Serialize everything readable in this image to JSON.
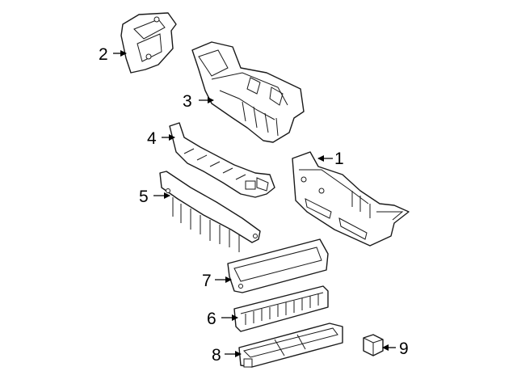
{
  "diagram": {
    "callouts": [
      {
        "id": "1",
        "text": "1"
      },
      {
        "id": "2",
        "text": "2"
      },
      {
        "id": "3",
        "text": "3"
      },
      {
        "id": "4",
        "text": "4"
      },
      {
        "id": "5",
        "text": "5"
      },
      {
        "id": "6",
        "text": "6"
      },
      {
        "id": "7",
        "text": "7"
      },
      {
        "id": "8",
        "text": "8"
      },
      {
        "id": "9",
        "text": "9"
      }
    ],
    "colors": {
      "line": "#1a1a1a",
      "background": "#ffffff"
    }
  }
}
